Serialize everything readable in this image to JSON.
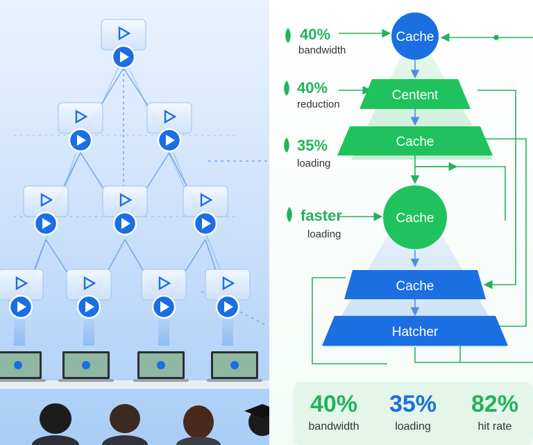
{
  "colors": {
    "green": "#22b35a",
    "green_node": "#1fc25c",
    "blue_node": "#1b6fe0",
    "play_blue": "#1a6ee6",
    "sky": "#cfe3fb"
  },
  "icons": [
    "play-icon",
    "leaf-icon",
    "laptop-icon",
    "person-icon",
    "graduation-cap-icon"
  ],
  "annotations": [
    {
      "value": "40%",
      "label": "bandwidth"
    },
    {
      "value": "40%",
      "label": "reduction"
    },
    {
      "value": "35%",
      "label": "loading"
    },
    {
      "value": "faster",
      "label": "loading"
    }
  ],
  "upper_pyramid": {
    "top": "Cache",
    "middle": "Centent",
    "bottom": "Cache"
  },
  "lower_pyramid": {
    "top": "Cache",
    "middle": "Cache",
    "bottom": "Hatcher"
  },
  "stats": [
    {
      "value": "40%",
      "label": "bandwidth",
      "color": "#22b35a"
    },
    {
      "value": "35%",
      "label": "loading",
      "color": "#1b6fe0"
    },
    {
      "value": "82%",
      "label": "hit rate",
      "color": "#22b35a"
    }
  ]
}
